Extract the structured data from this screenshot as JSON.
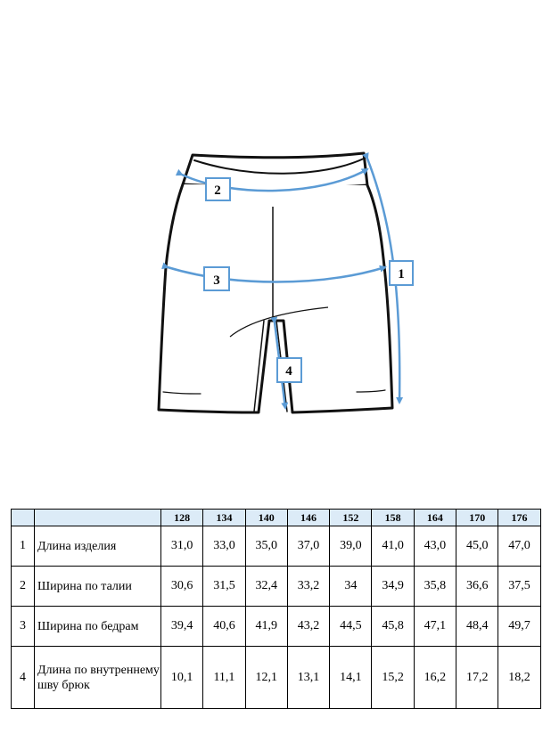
{
  "diagram": {
    "markers": [
      {
        "label": "1",
        "meaning_row": 1
      },
      {
        "label": "2",
        "meaning_row": 2
      },
      {
        "label": "3",
        "meaning_row": 3
      },
      {
        "label": "4",
        "meaning_row": 4
      }
    ],
    "accent_color": "#5b9bd5",
    "outline_color": "#111111"
  },
  "table": {
    "header_fill": "#dcebf7",
    "sizes": [
      "128",
      "134",
      "140",
      "146",
      "152",
      "158",
      "164",
      "170",
      "176"
    ],
    "rows": [
      {
        "num": "1",
        "param": "Длина изделия",
        "values": [
          "31,0",
          "33,0",
          "35,0",
          "37,0",
          "39,0",
          "41,0",
          "43,0",
          "45,0",
          "47,0"
        ]
      },
      {
        "num": "2",
        "param": "Ширина по талии",
        "values": [
          "30,6",
          "31,5",
          "32,4",
          "33,2",
          "34",
          "34,9",
          "35,8",
          "36,6",
          "37,5"
        ]
      },
      {
        "num": "3",
        "param": "Ширина по бедрам",
        "values": [
          "39,4",
          "40,6",
          "41,9",
          "43,2",
          "44,5",
          "45,8",
          "47,1",
          "48,4",
          "49,7"
        ]
      },
      {
        "num": "4",
        "param": "Длина по внутреннему шву брюк",
        "values": [
          "10,1",
          "11,1",
          "12,1",
          "13,1",
          "14,1",
          "15,2",
          "16,2",
          "17,2",
          "18,2"
        ]
      }
    ]
  }
}
